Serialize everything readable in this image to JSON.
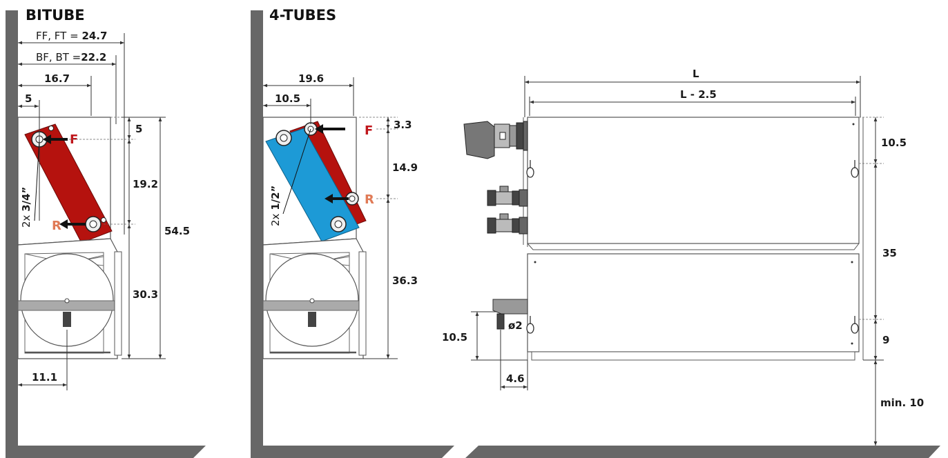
{
  "bitube": {
    "title": "BITUBE",
    "dim_ff_ft_label": "FF, FT = ",
    "dim_ff_ft_value": "24.7",
    "dim_bf_bt_label": "BF, BT =",
    "dim_bf_bt_value": "22.2",
    "dim_16_7": "16.7",
    "dim_5_h": "5",
    "dim_5_v": "5",
    "dim_19_2": "19.2",
    "dim_30_3": "30.3",
    "dim_54_5": "54.5",
    "dim_11_1": "11.1",
    "label_f": "F",
    "label_r": "R",
    "conn_prefix": "2x ",
    "conn_size": "3/4”"
  },
  "four_tubes": {
    "title": "4-TUBES",
    "dim_19_6": "19.6",
    "dim_10_5": "10.5",
    "dim_3_3": "3.3",
    "dim_14_9": "14.9",
    "dim_36_3": "36.3",
    "label_f": "F",
    "label_r": "R",
    "conn_prefix": "2x ",
    "conn_size": "1/2”"
  },
  "front": {
    "dim_l": "L",
    "dim_l_minus": "L - 2.5",
    "dim_10_5_right": "10.5",
    "dim_35": "35",
    "dim_9": "9",
    "dim_min_10": "min. 10",
    "dim_10_5_left": "10.5",
    "dim_4_6": "4.6",
    "dim_drain": "ø2"
  },
  "colors": {
    "wall": "#676767",
    "coil_red": "#b5120e",
    "coil_blue": "#1d9ad6",
    "label_f": "#c0161b",
    "label_r": "#e07a56"
  }
}
